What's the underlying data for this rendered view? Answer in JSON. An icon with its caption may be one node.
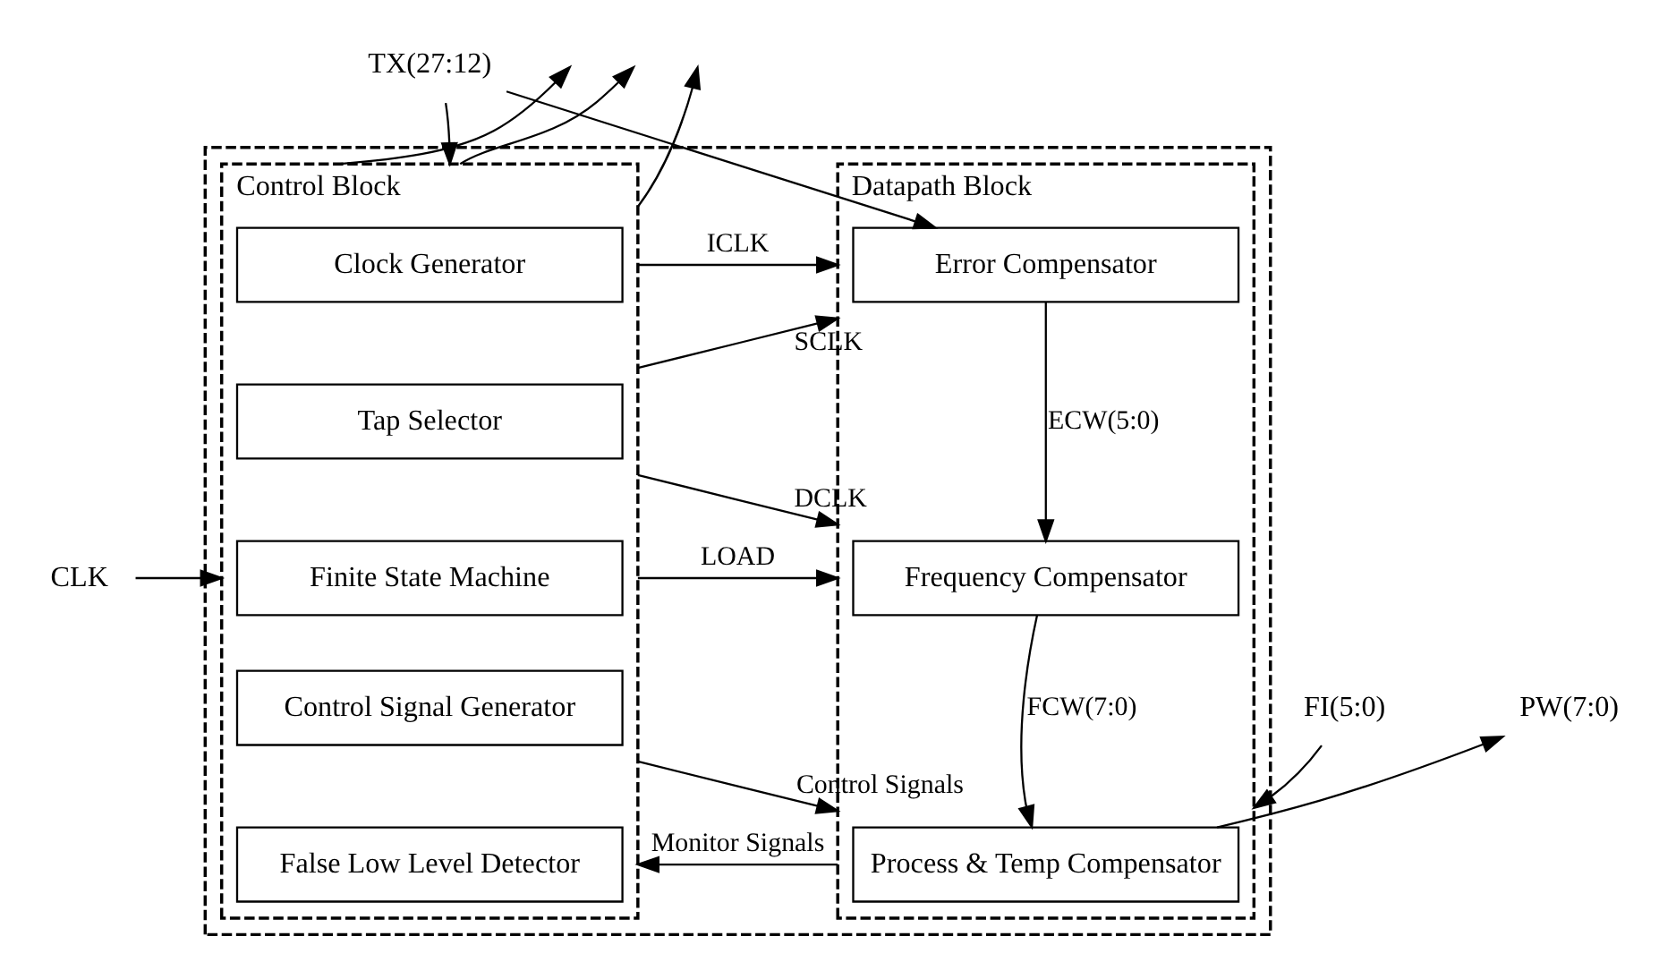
{
  "diagram": {
    "nodes": [
      {
        "text": [],
        "shape": "box"
      },
      {
        "text": [
          "Control Block"
        ],
        "in": 0
      },
      {
        "text": [
          "Clock Generator"
        ],
        "in": 1
      },
      {
        "text": [
          "Tap Selector"
        ],
        "in": 1
      },
      {
        "text": [
          "Finite State Machine"
        ],
        "in": 1
      },
      {
        "text": [
          "Control Signal Generator"
        ],
        "in": 1
      },
      {
        "text": [
          "False Low Level Detector"
        ],
        "in": 1
      },
      {
        "text": [
          "Datapath Block"
        ],
        "in": 0
      },
      {
        "text": [
          "Error Compensator"
        ],
        "in": 7
      },
      {
        "text": [
          "Frequency Compensator"
        ],
        "in": 7
      },
      {
        "text": [
          "Process & Temp Compensator"
        ],
        "in": 7
      },
      {
        "text": [
          "CLK"
        ]
      },
      {
        "text": [
          "TX(27:12)"
        ]
      },
      {
        "text": [
          "FI(5:0)"
        ]
      },
      {
        "text": [
          "PW(7:0)"
        ]
      }
    ],
    "edges": [
      {
        "from": 11,
        "to": 1,
        "arrow": "to"
      },
      {
        "from": 12,
        "to": 8,
        "arrow": "to"
      },
      {
        "from": 12,
        "to": 1,
        "arrow": "to"
      },
      {
        "from": 1,
        "to": 7,
        "arrow": "to",
        "label": "ICLK"
      },
      {
        "from": 1,
        "to": 7,
        "arrow": "to",
        "label": "SCLK"
      },
      {
        "from": 1,
        "to": 7,
        "arrow": "to",
        "label": "DCLK"
      },
      {
        "from": 1,
        "to": 7,
        "arrow": "to",
        "label": "LOAD"
      },
      {
        "from": 1,
        "to": null,
        "arrow": "to"
      },
      {
        "from": 1,
        "to": null,
        "arrow": "to"
      },
      {
        "from": 1,
        "to": null,
        "arrow": "to"
      },
      {
        "from": 1,
        "to": 7,
        "arrow": "to",
        "label": "Control Signals"
      },
      {
        "from": 7,
        "to": 1,
        "arrow": "to",
        "label": "Monitor Signals"
      },
      {
        "from": 13,
        "to": 7,
        "arrow": "to"
      },
      {
        "from": 8,
        "to": 9,
        "arrow": "to",
        "label": "ECW(5:0)"
      },
      {
        "from": 9,
        "to": 10,
        "arrow": "to",
        "label": "FCW(7:0)"
      },
      {
        "from": 10,
        "to": 14,
        "arrow": "to"
      }
    ]
  }
}
